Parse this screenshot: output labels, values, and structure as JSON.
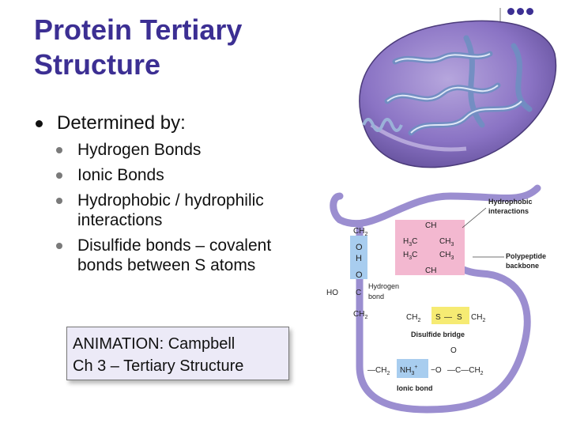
{
  "slide": {
    "title_line1": "Protein Tertiary",
    "title_line2": "Structure",
    "main_bullet": "Determined by:",
    "sub_bullets": [
      "Hydrogen Bonds",
      "Ionic Bonds",
      "Hydrophobic / hydrophilic interactions",
      "Disulfide bonds – covalent bonds between S atoms"
    ],
    "animation_line1": "ANIMATION: Campbell",
    "animation_line2": "Ch 3 – Tertiary Structure"
  },
  "diagram": {
    "hydrophobic_label_1": "Hydrophobic",
    "hydrophobic_label_2": "interactions",
    "backbone_label_1": "Polypeptide",
    "backbone_label_2": "backbone",
    "hbond_label_1": "Hydrogen",
    "hbond_label_2": "bond",
    "disulfide_label": "Disulfide bridge",
    "ionic_label": "Ionic bond",
    "ch2_top": "CH",
    "ch2_top_sub": "2",
    "o_atom": "O",
    "h_atom": "H",
    "o_atom_2": "O",
    "ho_c": "HO",
    "c_atom": "C",
    "ch2_mid": "CH",
    "ch2_mid_sub": "2",
    "ch_top": "CH",
    "h3c_1": "H",
    "h3c_1_sub": "3",
    "h3c_1_c": "C",
    "ch3_1": "CH",
    "ch3_1_sub": "3",
    "h3c_2": "H",
    "h3c_2_sub": "3",
    "h3c_2_c": "C",
    "ch3_2": "CH",
    "ch3_2_sub": "3",
    "ch_bottom": "CH",
    "ss_ch2_left": "CH",
    "ss_ch2_left_sub": "2",
    "s_left": "S",
    "s_dash": "—",
    "s_right": "S",
    "ss_ch2_right": "CH",
    "ss_ch2_right_sub": "2",
    "ionic_ch2_left": "—CH",
    "ionic_ch2_left_sub": "2",
    "nh3": "NH",
    "nh3_sub": "3",
    "nh3_charge": "+",
    "ionic_minus_o": "−O",
    "ionic_c": "—C—CH",
    "ionic_c_sub": "2",
    "ionic_o_top": "O"
  }
}
